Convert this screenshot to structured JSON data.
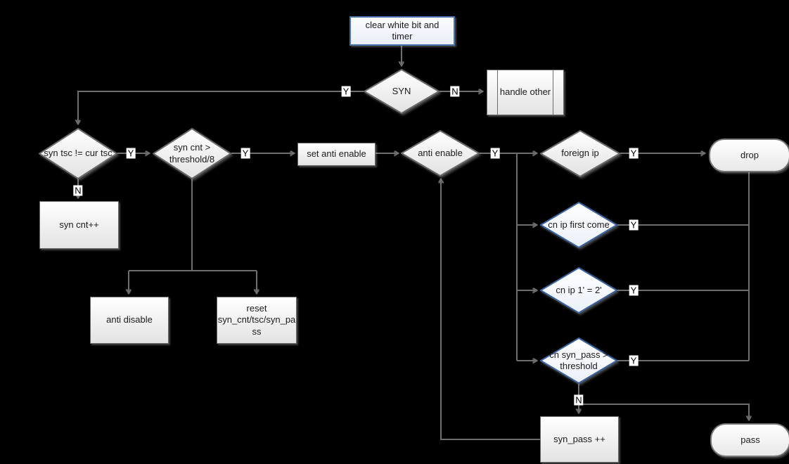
{
  "diagram": {
    "description": "SYN flood anti-attack packet handling flowchart",
    "colors": {
      "background": "#000000",
      "line": "#6e6e6e",
      "shape_border_gray": "#6b6b6b",
      "shape_border_blue": "#4573ad",
      "shape_fill_top": "#ffffff",
      "shape_fill_bottom": "#e3e3e3",
      "text": "#1b1b1b",
      "edge_label_bg": "#ffffff"
    },
    "nodes": {
      "clear_white": {
        "type": "process-start",
        "label": "clear white bit and timer"
      },
      "syn": {
        "type": "decision",
        "label": "SYN"
      },
      "handle_other": {
        "type": "predefined-process",
        "label": "handle other"
      },
      "syn_tsc": {
        "type": "decision",
        "label": "syn tsc != cur tsc"
      },
      "syn_cnt_pp": {
        "type": "process",
        "label": "syn cnt++"
      },
      "syn_cnt_threshold": {
        "type": "decision",
        "label": "syn cnt > threshold/8"
      },
      "set_anti_enable": {
        "type": "process",
        "label": "set anti enable"
      },
      "anti_enable": {
        "type": "decision",
        "label": "anti enable"
      },
      "foreign_ip": {
        "type": "decision",
        "label": "foreign ip"
      },
      "drop": {
        "type": "terminator",
        "label": "drop"
      },
      "anti_disable": {
        "type": "process",
        "label": "anti disable"
      },
      "reset_counters": {
        "type": "process",
        "label": "reset syn_cnt/tsc/syn_pass"
      },
      "cn_ip_first_come": {
        "type": "decision",
        "label": "cn ip first come"
      },
      "cn_ip_1_2": {
        "type": "decision",
        "label": "cn ip 1' = 2'"
      },
      "cn_syn_pass": {
        "type": "decision",
        "label": "cn syn_pass > threshold"
      },
      "syn_pass_pp": {
        "type": "process",
        "label": "syn_pass ++"
      },
      "pass": {
        "type": "terminator",
        "label": "pass"
      }
    },
    "edge_labels": {
      "syn_y": "Y",
      "syn_n": "N",
      "syn_tsc_y": "Y",
      "syn_tsc_n": "N",
      "syn_cnt_threshold_y": "Y",
      "anti_enable_y": "Y",
      "foreign_ip_y": "Y",
      "cn_ip_first_come_y": "Y",
      "cn_ip_1_2_y": "Y",
      "cn_syn_pass_y": "Y",
      "cn_syn_pass_n": "N"
    }
  }
}
